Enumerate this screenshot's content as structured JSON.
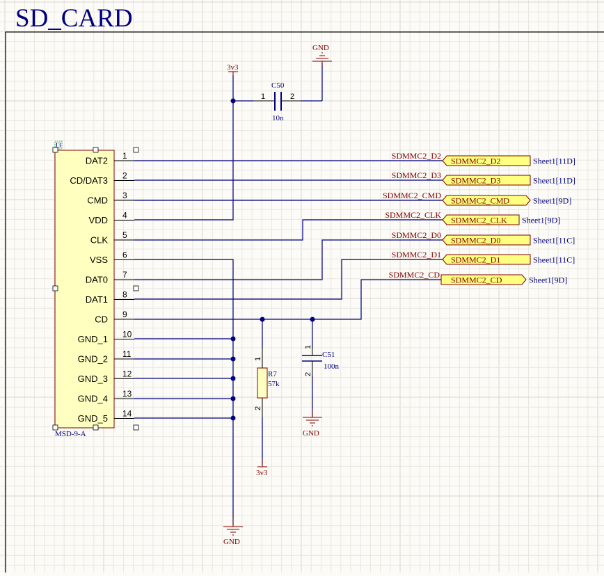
{
  "sheet": {
    "title": "SD_CARD",
    "colors": {
      "background": "#fcfbf7",
      "grid": "#e6e4dc",
      "wire": "#00007f",
      "component_outline": "#7f0000",
      "component_fill": "#ffffc0",
      "power_label": "#7f0000",
      "net_label": "#7f0000",
      "designator": "#00007f",
      "port_fill": "#ffff80",
      "port_outline": "#7f0000",
      "pin_text": "#000000",
      "title": "#00007f"
    }
  },
  "connector": {
    "designator": "J3",
    "part": "MSD-9-A",
    "pins": [
      {
        "number": "1",
        "name": "DAT2"
      },
      {
        "number": "2",
        "name": "CD/DAT3"
      },
      {
        "number": "3",
        "name": "CMD"
      },
      {
        "number": "4",
        "name": "VDD"
      },
      {
        "number": "5",
        "name": "CLK"
      },
      {
        "number": "6",
        "name": "VSS"
      },
      {
        "number": "7",
        "name": "DAT0"
      },
      {
        "number": "8",
        "name": "DAT1"
      },
      {
        "number": "9",
        "name": "CD"
      },
      {
        "number": "10",
        "name": "GND_1"
      },
      {
        "number": "11",
        "name": "GND_2"
      },
      {
        "number": "12",
        "name": "GND_3"
      },
      {
        "number": "13",
        "name": "GND_4"
      },
      {
        "number": "14",
        "name": "GND_5"
      }
    ]
  },
  "ports": [
    {
      "net": "SDMMC2_D2",
      "port": "SDMMC2_D2",
      "ref": "Sheet1[11D]"
    },
    {
      "net": "SDMMC2_D3",
      "port": "SDMMC2_D3",
      "ref": "Sheet1[11D]"
    },
    {
      "net": "SDMMC2_CMD",
      "port": "SDMMC2_CMD",
      "ref": "Sheet1[9D]"
    },
    {
      "net": "SDMMC2_CLK",
      "port": "SDMMC2_CLK",
      "ref": "Sheet1[9D]"
    },
    {
      "net": "SDMMC2_D0",
      "port": "SDMMC2_D0",
      "ref": "Sheet1[11C]"
    },
    {
      "net": "SDMMC2_D1",
      "port": "SDMMC2_D1",
      "ref": "Sheet1[11C]"
    },
    {
      "net": "SDMMC2_CD",
      "port": "SDMMC2_CD",
      "ref": "Sheet1[9D]"
    }
  ],
  "components": {
    "c50": {
      "designator": "C50",
      "value": "10n",
      "pin1": "1",
      "pin2": "2"
    },
    "c51": {
      "designator": "C51",
      "value": "100n",
      "pin1": "1",
      "pin2": "2"
    },
    "r7": {
      "designator": "R7",
      "value": "57k",
      "pin1": "1",
      "pin2": "2"
    }
  },
  "power": {
    "vdd_top": "3v3",
    "gnd_top": "GND",
    "gnd_c51": "GND",
    "r7_supply": "3v3",
    "gnd_bottom": "GND"
  }
}
